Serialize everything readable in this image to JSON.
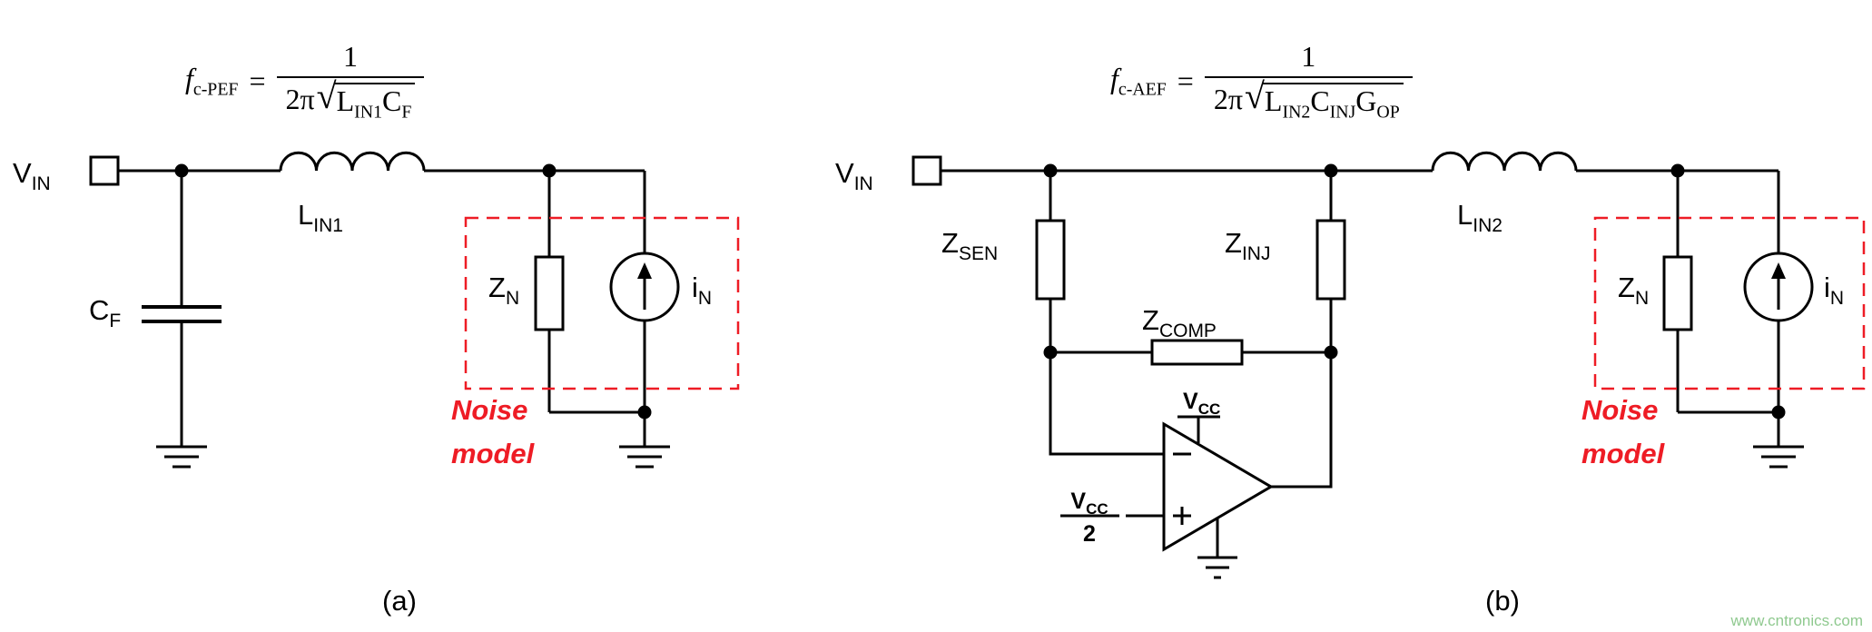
{
  "page": {
    "watermark": "www.cntronics.com"
  },
  "colors": {
    "wire": "#000000",
    "noise": "#ee1c25",
    "watermark": "#8fc98f"
  },
  "circuit_a": {
    "caption": "(a)",
    "formula": {
      "f": "f",
      "f_sub": "c-PEF",
      "eq": "=",
      "num": "1",
      "coeff": "2π",
      "rad": [
        {
          "t": "L",
          "s": "IN1"
        },
        {
          "t": "C",
          "s": "F"
        }
      ]
    },
    "vin": {
      "t": "V",
      "s": "IN"
    },
    "inductor": {
      "t": "L",
      "s": "IN1"
    },
    "cap": {
      "t": "C",
      "s": "F"
    },
    "zn": {
      "t": "Z",
      "s": "N"
    },
    "isrc": {
      "t": "i",
      "s": "N"
    },
    "noise_line1": "Noise",
    "noise_line2": "model"
  },
  "circuit_b": {
    "caption": "(b)",
    "formula": {
      "f": "f",
      "f_sub": "c-AEF",
      "eq": "=",
      "num": "1",
      "coeff": "2π",
      "rad": [
        {
          "t": "L",
          "s": "IN2"
        },
        {
          "t": "C",
          "s": "INJ"
        },
        {
          "t": "G",
          "s": "OP"
        }
      ]
    },
    "vin": {
      "t": "V",
      "s": "IN"
    },
    "zsen": {
      "t": "Z",
      "s": "SEN"
    },
    "zinj": {
      "t": "Z",
      "s": "INJ"
    },
    "zcomp": {
      "t": "Z",
      "s": "COMP"
    },
    "vcc": {
      "t": "V",
      "s": "CC"
    },
    "vcc_half": {
      "t": "V",
      "s": "CC",
      "den": "2"
    },
    "inductor": {
      "t": "L",
      "s": "IN2"
    },
    "zn": {
      "t": "Z",
      "s": "N"
    },
    "isrc": {
      "t": "i",
      "s": "N"
    },
    "noise_line1": "Noise",
    "noise_line2": "model"
  }
}
